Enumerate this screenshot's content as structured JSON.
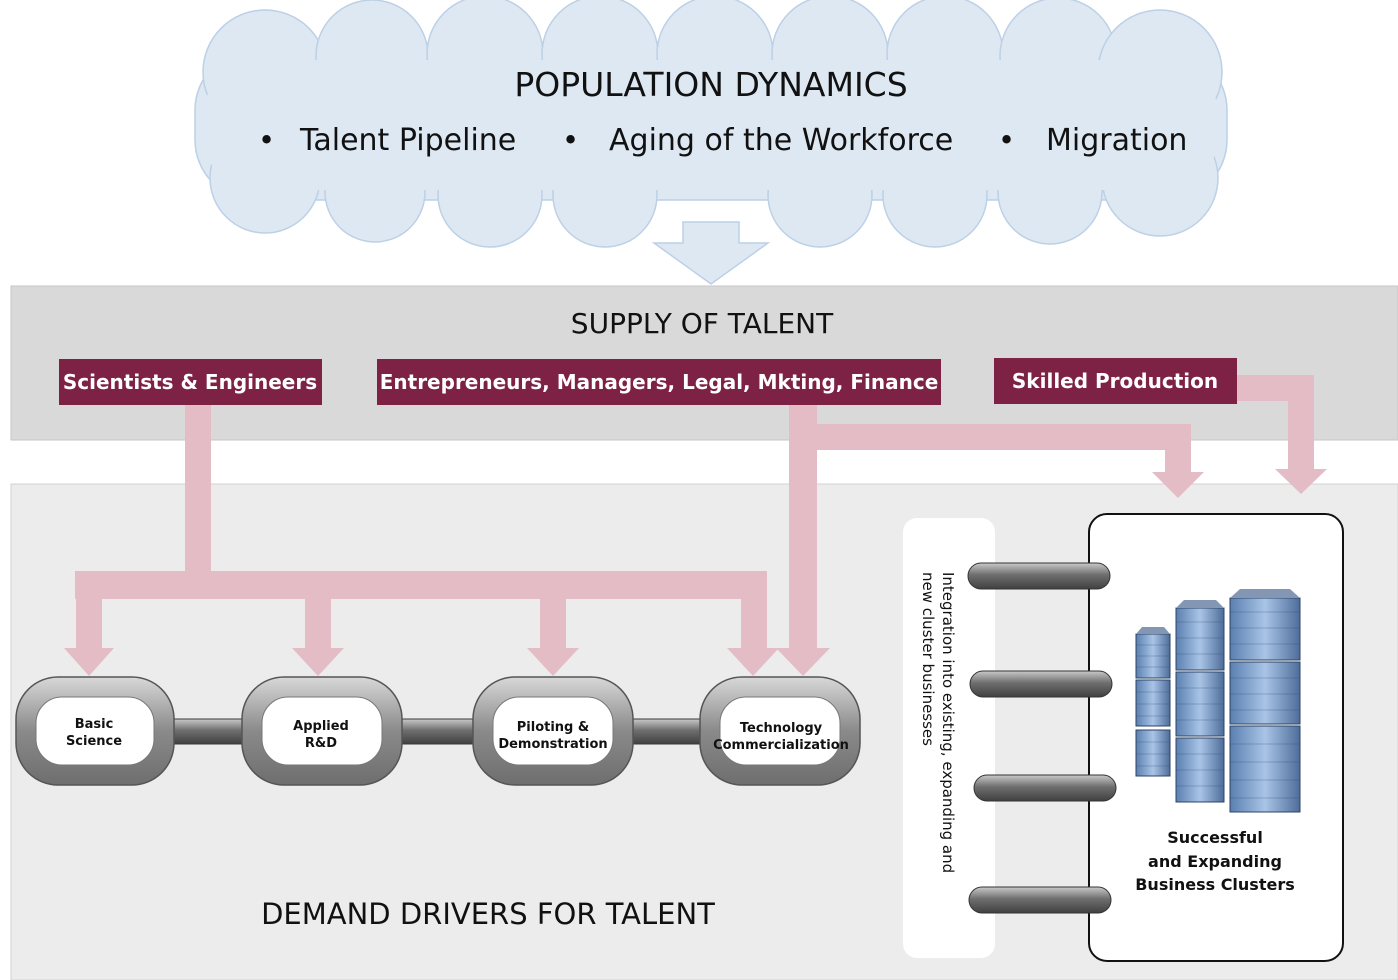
{
  "cloud": {
    "title": "POPULATION DYNAMICS",
    "bullet": "•",
    "items": [
      "Talent Pipeline",
      "Aging of the Workforce",
      "Migration"
    ]
  },
  "supply": {
    "title": "SUPPLY OF TALENT",
    "chips": [
      "Scientists & Engineers",
      "Entrepreneurs, Managers, Legal, Mkting, Finance",
      "Skilled Production"
    ]
  },
  "demand": {
    "title": "DEMAND DRIVERS FOR TALENT",
    "stages": [
      {
        "line1": "Basic",
        "line2": "Science"
      },
      {
        "line1": "Applied",
        "line2": "R&D"
      },
      {
        "line1": "Piloting &",
        "line2": "Demonstration"
      },
      {
        "line1": "Technology",
        "line2": "Commercialization"
      }
    ]
  },
  "integration": {
    "line1": "Integration into existing, expanding and",
    "line2": "new cluster businesses"
  },
  "cluster": {
    "line1": "Successful",
    "line2": "and Expanding",
    "line3": "Business Clusters"
  },
  "colors": {
    "cloud_fill": "#dde8f3",
    "supply_band": "#d9d9d9",
    "demand_band": "#ececec",
    "chip": "#7e2245",
    "flow_arrow": "#e3bcc6",
    "chain_link": "#9a9a9a"
  }
}
